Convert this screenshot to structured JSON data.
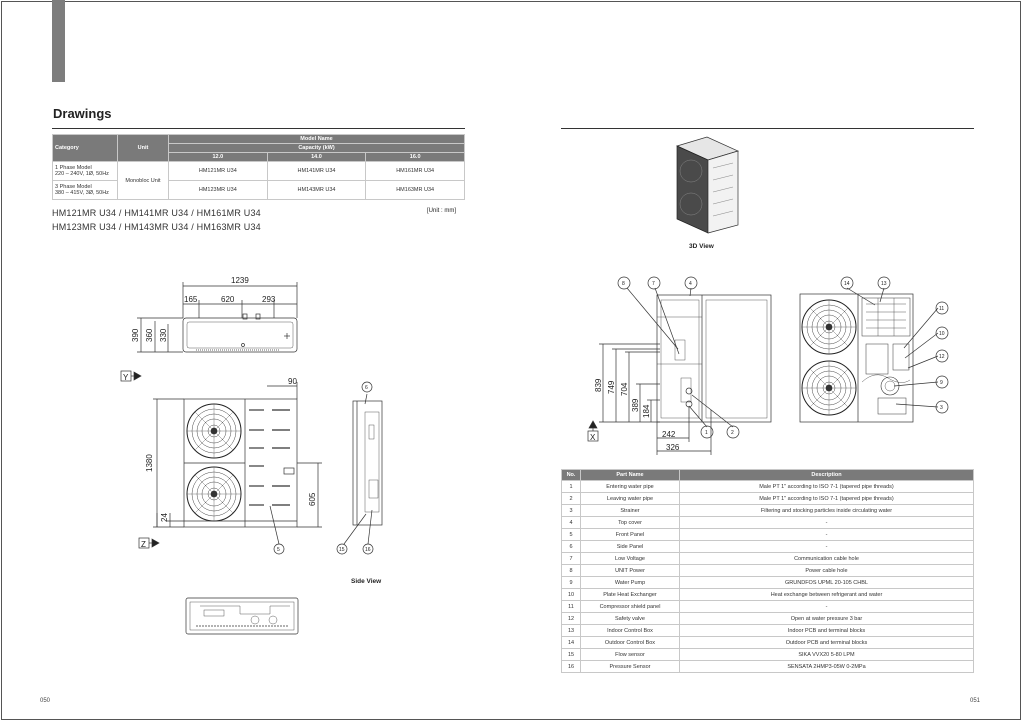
{
  "page": {
    "title": "Drawings",
    "page_left": "050",
    "page_right": "051"
  },
  "model_table": {
    "h_category": "Category",
    "h_unit": "Unit",
    "h_model_name": "Model Name",
    "h_capacity": "Capacity (kW)",
    "capacities": [
      "12.0",
      "14.0",
      "16.0"
    ],
    "unit_value": "Monobloc Unit",
    "rows": [
      {
        "category_1": "1 Phase Model",
        "category_2": "220 – 240V, 1Ø, 50Hz",
        "models": [
          "HM121MR U34",
          "HM141MR U34",
          "HM161MR U34"
        ]
      },
      {
        "category_1": "3 Phase Model",
        "category_2": "380 – 415V, 3Ø, 50Hz",
        "models": [
          "HM123MR U34",
          "HM143MR U34",
          "HM163MR U34"
        ]
      }
    ]
  },
  "unit_note": "[Unit : mm]",
  "model_lines": [
    "HM121MR U34 / HM141MR U34 / HM161MR U34",
    "HM123MR U34 / HM143MR U34 / HM163MR U34"
  ],
  "drawing_labels": {
    "view_3d": "3D View",
    "side_view": "Side View"
  },
  "dimensions": {
    "top": [
      "1239",
      "165",
      "620",
      "293",
      "390",
      "360",
      "330"
    ],
    "front": [
      "90",
      "1380",
      "24",
      "605"
    ],
    "right_view": [
      "839",
      "749",
      "704",
      "389",
      "184",
      "242",
      "326"
    ]
  },
  "axis_markers": [
    "Y",
    "Z",
    "X"
  ],
  "callouts": {
    "front": [
      "5"
    ],
    "side": [
      "6",
      "15",
      "16"
    ],
    "rear": [
      "8",
      "7",
      "4",
      "1",
      "2"
    ],
    "internal": [
      "14",
      "13",
      "11",
      "10",
      "12",
      "9",
      "3"
    ]
  },
  "parts_table": {
    "headers": [
      "No.",
      "Part Name",
      "Description"
    ],
    "rows": [
      [
        "1",
        "Entering water pipe",
        "Male PT 1\" according to ISO 7-1 (tapered pipe threads)"
      ],
      [
        "2",
        "Leaving water pipe",
        "Male PT 1\" according to ISO 7-1 (tapered pipe threads)"
      ],
      [
        "3",
        "Strainer",
        "Filtering and stocking particles inside circulating water"
      ],
      [
        "4",
        "Top cover",
        "-"
      ],
      [
        "5",
        "Front Panel",
        "-"
      ],
      [
        "6",
        "Side Panel",
        "-"
      ],
      [
        "7",
        "Low Voltage",
        "Communication cable hole"
      ],
      [
        "8",
        "UNIT Power",
        "Power cable hole"
      ],
      [
        "9",
        "Water Pump",
        "GRUNDFOS UPML 20-105 CHBL"
      ],
      [
        "10",
        "Plate Heat Exchanger",
        "Heat exchange between refrigerant and water"
      ],
      [
        "11",
        "Compressor shield panel",
        "-"
      ],
      [
        "12",
        "Safety valve",
        "Open at water pressure 3 bar"
      ],
      [
        "13",
        "Indoor Control Box",
        "Indoor PCB and terminal blocks"
      ],
      [
        "14",
        "Outdoor Control Box",
        "Outdoor PCB and terminal blocks"
      ],
      [
        "15",
        "Flow sensor",
        "SIKA VVX20 5-80 LPM"
      ],
      [
        "16",
        "Pressure Sensor",
        "SENSATA 2HMP3-05W 0-2MPa"
      ]
    ]
  }
}
